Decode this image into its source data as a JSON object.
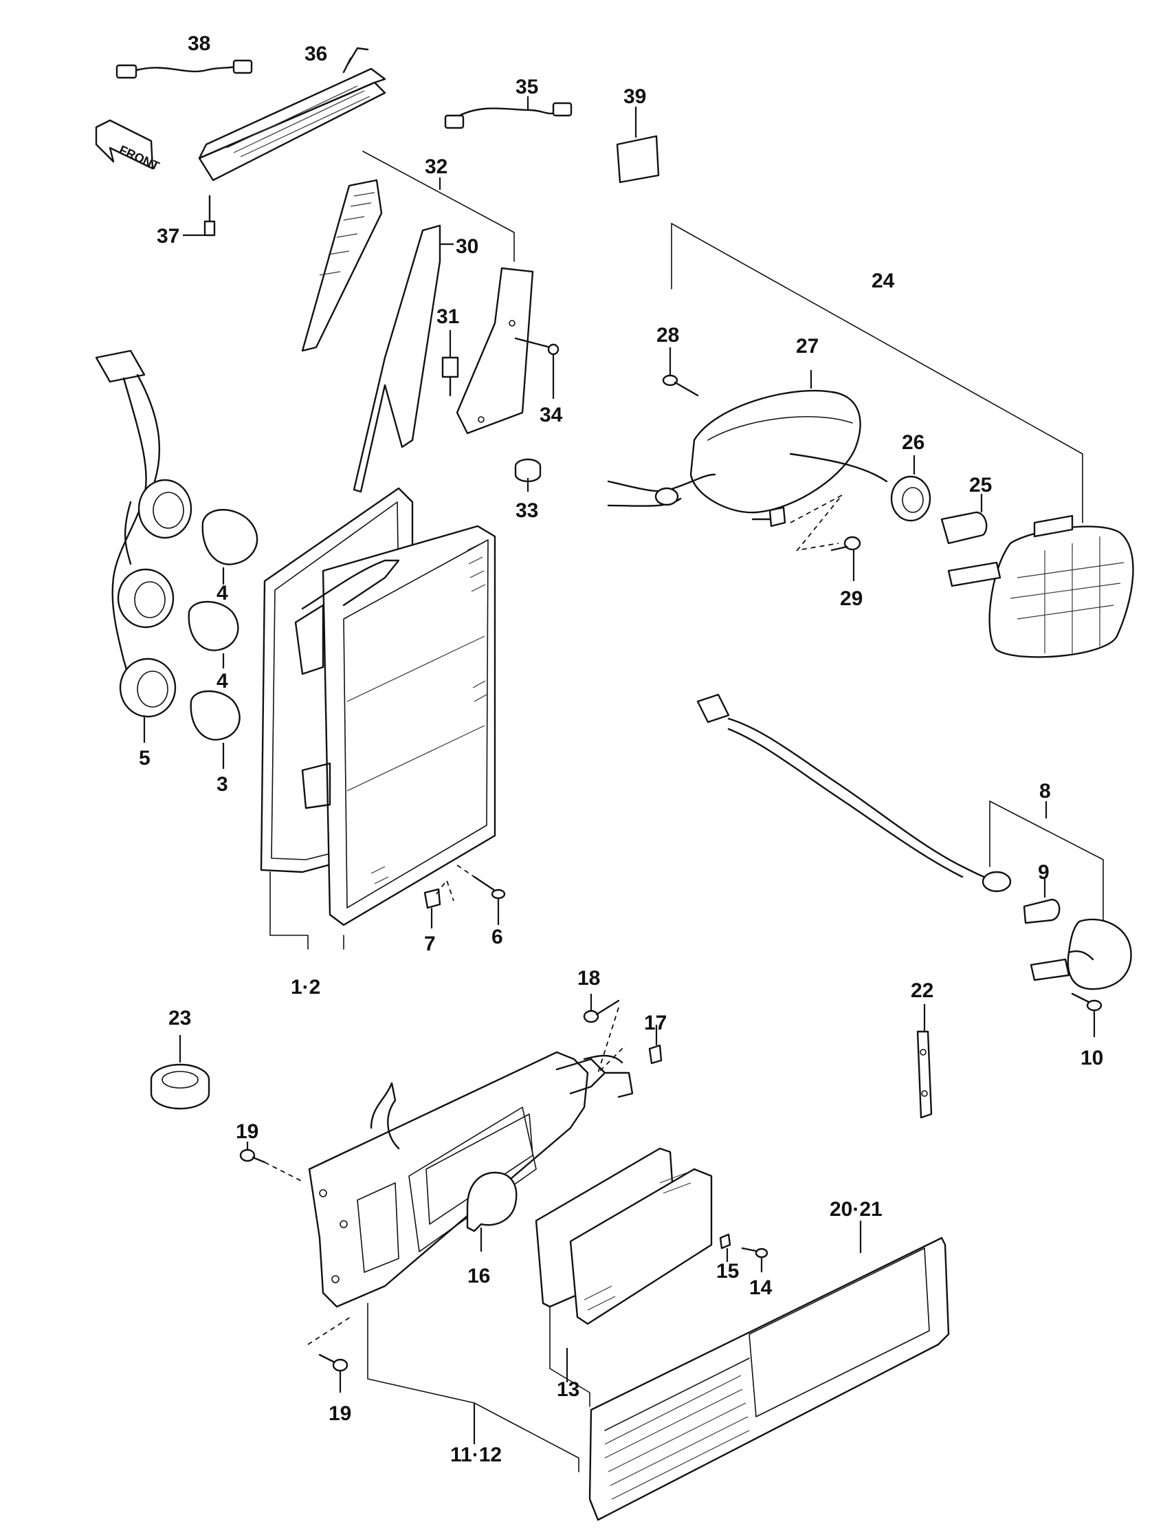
{
  "labels": {
    "p1_2": "1·2",
    "p3": "3",
    "p4a": "4",
    "p4b": "4",
    "p5": "5",
    "p6": "6",
    "p7": "7",
    "p8": "8",
    "p9": "9",
    "p10": "10",
    "p11_12": "11·12",
    "p13": "13",
    "p14": "14",
    "p15": "15",
    "p16": "16",
    "p17": "17",
    "p18": "18",
    "p19a": "19",
    "p19b": "19",
    "p20_21": "20·21",
    "p22": "22",
    "p23": "23",
    "p24": "24",
    "p25": "25",
    "p26": "26",
    "p27": "27",
    "p28": "28",
    "p29": "29",
    "p30": "30",
    "p31": "31",
    "p32": "32",
    "p33": "33",
    "p34": "34",
    "p35": "35",
    "p36": "36",
    "p37": "37",
    "p38": "38",
    "p39": "39"
  },
  "front_marker": "FRONT"
}
